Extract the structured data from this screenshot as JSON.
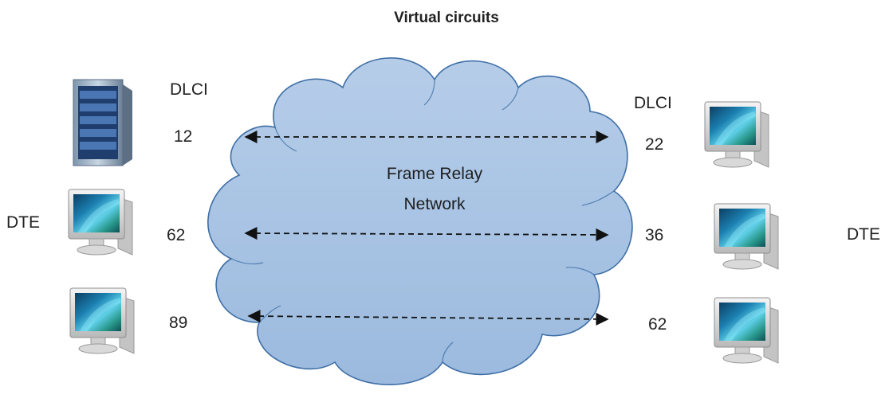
{
  "title": "Virtual circuits",
  "cloud": {
    "line1": "Frame Relay",
    "line2": "Network"
  },
  "labels": {
    "dlci_left": "DLCI",
    "dlci_right": "DLCI",
    "dte_left": "DTE",
    "dte_right": "DTE"
  },
  "circuits": [
    {
      "left": "12",
      "right": "22"
    },
    {
      "left": "62",
      "right": "36"
    },
    {
      "left": "89",
      "right": "62"
    }
  ],
  "devices": {
    "left": [
      "server-icon",
      "monitor-icon",
      "monitor-icon"
    ],
    "right": [
      "monitor-icon",
      "monitor-icon",
      "monitor-icon"
    ]
  },
  "colors": {
    "cloud_fill": "#a9c4e4",
    "cloud_stroke": "#3f6fa6",
    "arrow": "#111111"
  }
}
